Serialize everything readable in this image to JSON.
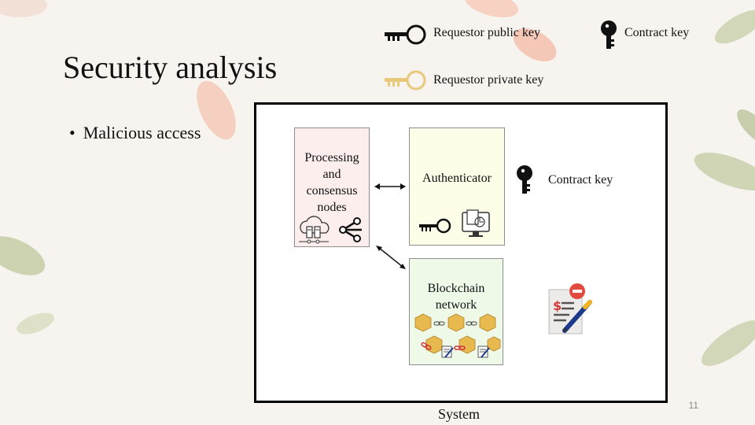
{
  "slide": {
    "title": "Security analysis",
    "bullet": "Malicious access",
    "page_number": "11"
  },
  "legend": {
    "public_key": "Requestor public key",
    "contract_key": "Contract key",
    "private_key": "Requestor private key"
  },
  "diagram": {
    "system_label": "System",
    "processing_nodes_lines": [
      "Processing",
      "and",
      "consensus",
      "nodes"
    ],
    "authenticator": "Authenticator",
    "contract_key": "Contract key",
    "blockchain_lines": [
      "Blockchain",
      "network"
    ]
  },
  "colors": {
    "background": "#f7f4ef",
    "processing_fill": "#fdeeee",
    "authenticator_fill": "#fdfde8",
    "blockchain_fill": "#eef9e8",
    "gold_key": "#e8c87a",
    "leaf_green": "#c9cfac",
    "petal_pink": "#f3b8a4"
  }
}
